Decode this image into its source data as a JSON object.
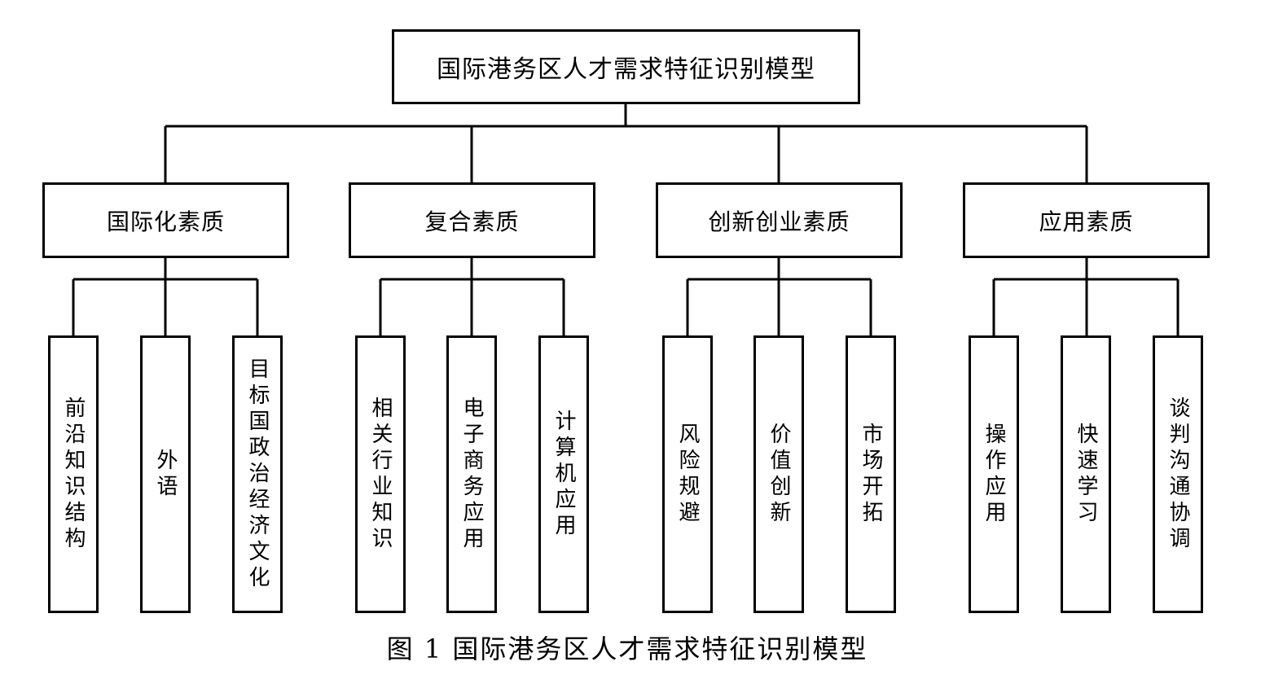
{
  "root": {
    "label": "国际港务区人才需求特征识别模型"
  },
  "categories": [
    {
      "label": "国际化素质",
      "leaves": [
        "前沿知识结构",
        "外语",
        "目标国政治经济文化"
      ]
    },
    {
      "label": "复合素质",
      "leaves": [
        "相关行业知识",
        "电子商务应用",
        "计算机应用"
      ]
    },
    {
      "label": "创新创业素质",
      "leaves": [
        "风险规避",
        "价值创新",
        "市场开拓"
      ]
    },
    {
      "label": "应用素质",
      "leaves": [
        "操作应用",
        "快速学习",
        "谈判沟通协调"
      ]
    }
  ],
  "caption": "图 1  国际港务区人才需求特征识别模型",
  "colors": {
    "line": "#000000",
    "box_fill": "#ffffff",
    "text": "#000000"
  }
}
